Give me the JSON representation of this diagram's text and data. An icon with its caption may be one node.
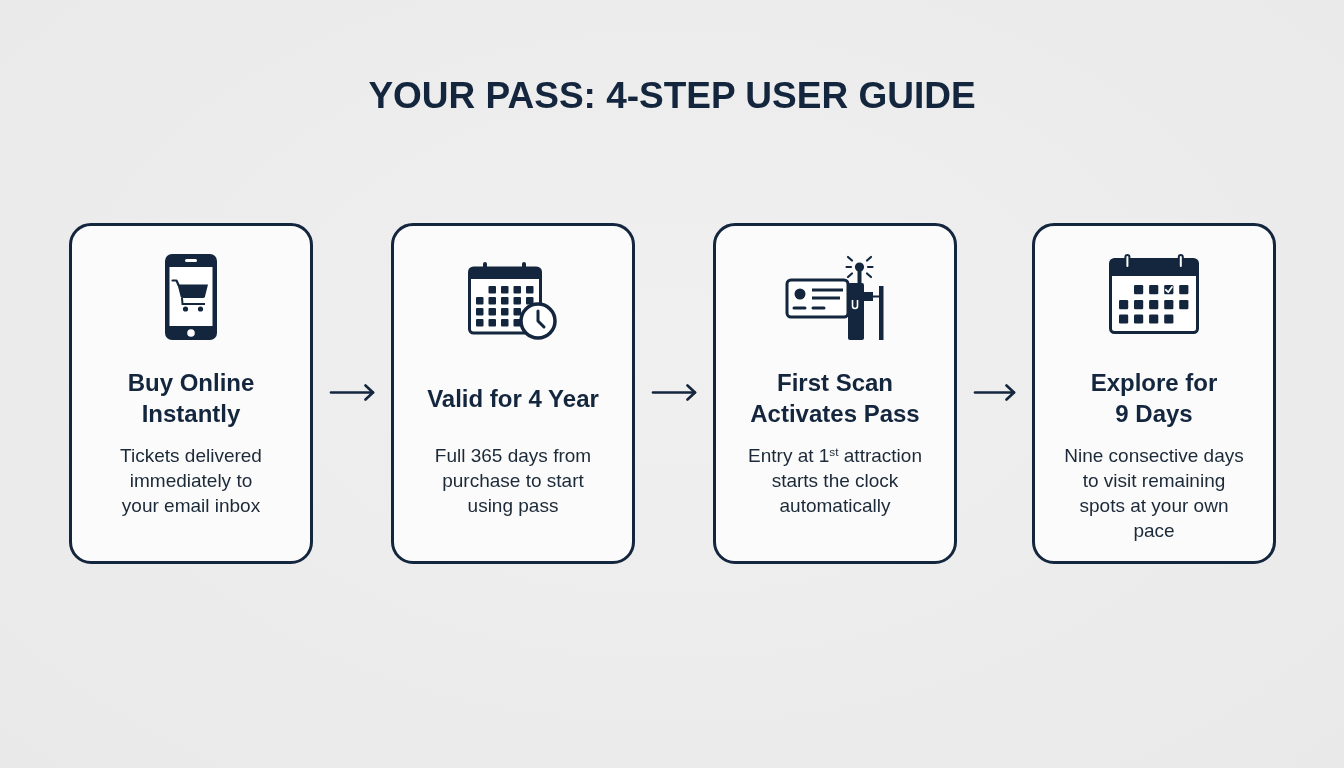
{
  "diagram": {
    "title": "YOUR PASS: 4-STEP USER GUIDE",
    "nodes": [
      {
        "text": [
          "Buy Online Instantly",
          "Tickets delivered immediately to your email inbox"
        ]
      },
      {
        "text": [
          "Valid for 4 Year",
          "Full 365 days from purchase to start using pass"
        ]
      },
      {
        "text": [
          "First Scan Activates Pass",
          "Entry at 1$^{st}$ attraction starts the clock automatically"
        ]
      },
      {
        "text": [
          "Explore for 9 Days",
          "Nine consective days to visit remaining spots at your own pace"
        ]
      }
    ],
    "edges": [
      {
        "from": 0,
        "to": 1,
        "arrow": "to"
      },
      {
        "from": 1,
        "to": 2,
        "arrow": "to"
      },
      {
        "from": 2,
        "to": 3,
        "arrow": "to"
      }
    ]
  }
}
